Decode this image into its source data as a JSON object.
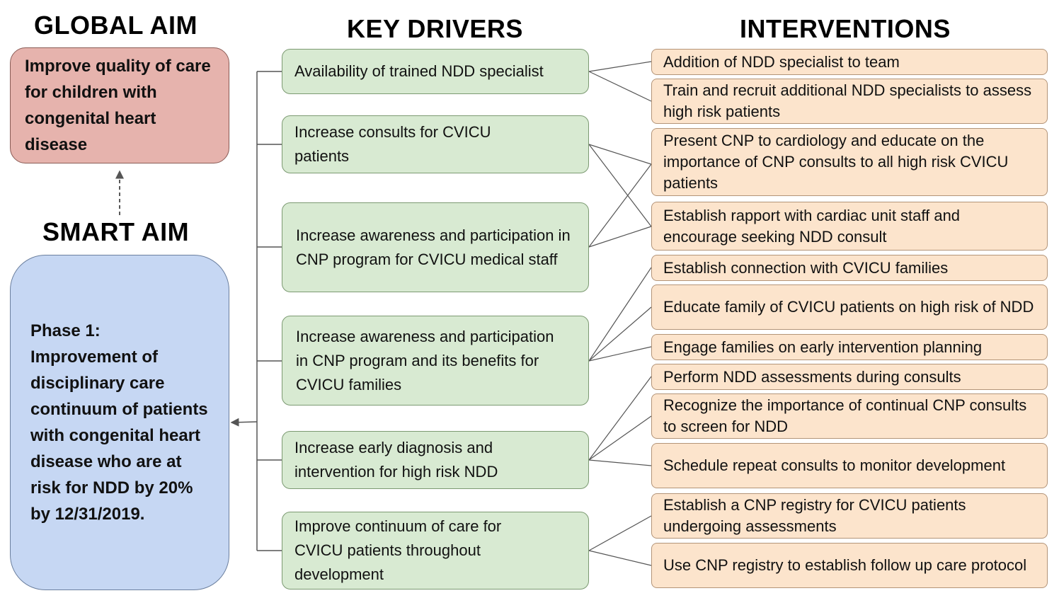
{
  "headings": {
    "global_aim": "GLOBAL AIM",
    "smart_aim": "SMART AIM",
    "key_drivers": "KEY DRIVERS",
    "interventions": "INTERVENTIONS"
  },
  "global_aim": {
    "text": "Improve quality of care for children with congenital heart disease",
    "color": "#e6b3ad"
  },
  "smart_aim": {
    "text": "Phase 1: Improvement of disciplinary care continuum of patients with congenital heart disease who are at risk for NDD by 20% by 12/31/2019.",
    "color": "#c6d7f3"
  },
  "drivers": [
    {
      "text": "Availability of trained NDD specialist"
    },
    {
      "text": "Increase consults for CVICU patients"
    },
    {
      "text": "Increase awareness and participation in CNP program for CVICU medical staff"
    },
    {
      "text": "Increase awareness and participation in CNP program and its benefits for CVICU families"
    },
    {
      "text": "Increase early diagnosis and intervention for high risk NDD"
    },
    {
      "text": "Improve continuum of care for CVICU patients throughout development"
    }
  ],
  "driver_color": "#d8ead2",
  "interventions": [
    {
      "text": "Addition of NDD specialist to team"
    },
    {
      "text": "Train and recruit additional NDD specialists to assess high risk patients"
    },
    {
      "text": "Present CNP to cardiology and educate on the importance of CNP consults to all high risk CVICU patients"
    },
    {
      "text": "Establish rapport with cardiac unit staff and encourage seeking NDD consult"
    },
    {
      "text": "Establish connection with CVICU families"
    },
    {
      "text": "Educate family of CVICU patients on high risk of NDD"
    },
    {
      "text": "Engage families on early intervention planning"
    },
    {
      "text": "Perform NDD assessments during consults"
    },
    {
      "text": "Recognize the importance of continual CNP consults to screen for NDD"
    },
    {
      "text": "Schedule repeat consults to monitor development"
    },
    {
      "text": "Establish a CNP registry for CVICU patients undergoing assessments"
    },
    {
      "text": "Use CNP registry to establish follow up care protocol"
    }
  ],
  "intervention_color": "#fce4cc"
}
